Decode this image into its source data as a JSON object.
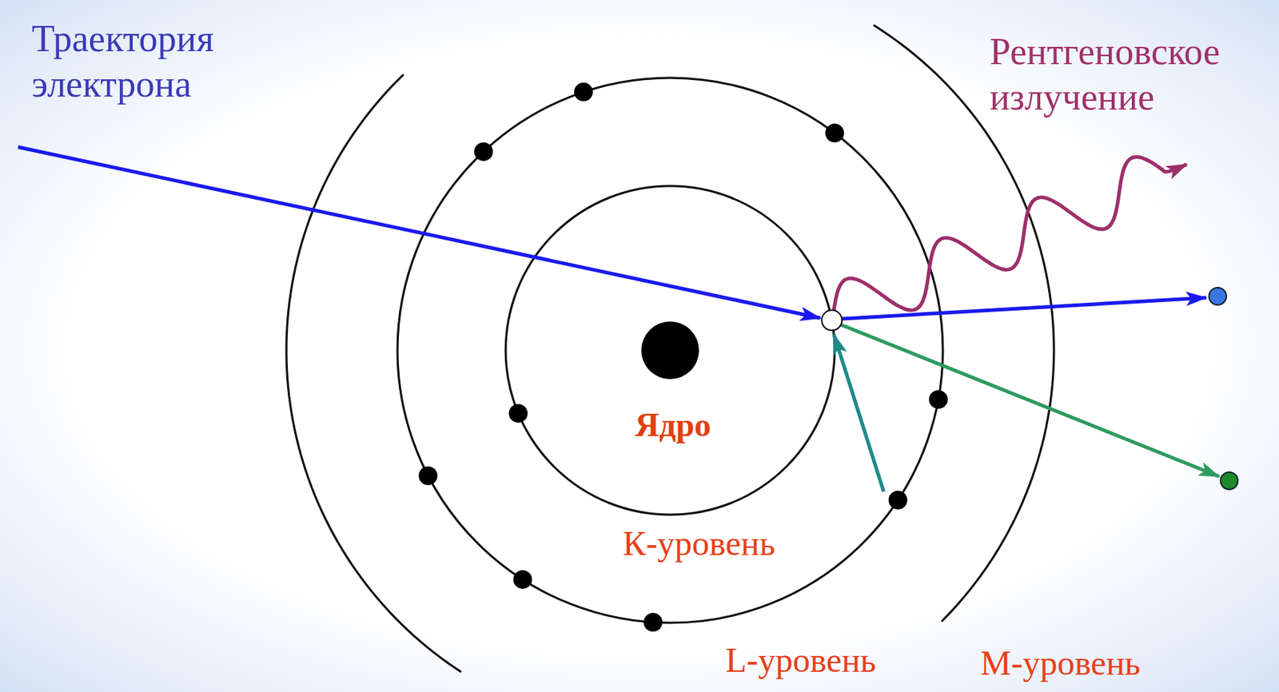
{
  "diagram": {
    "labels": [
      "Траектория электрона",
      "Рентгеновское излучение",
      "Ядро",
      "К-уровень",
      "L-уровень",
      "M-уровень"
    ]
  }
}
